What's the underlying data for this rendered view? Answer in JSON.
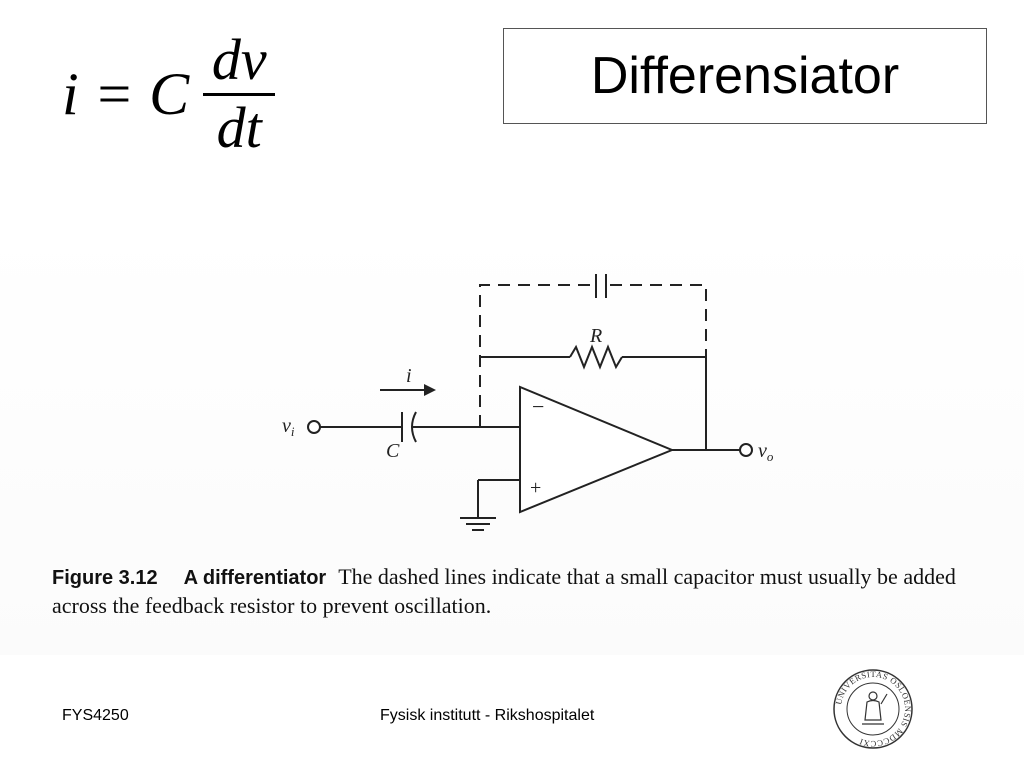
{
  "formula": {
    "lhs": "i = C",
    "numerator": "dv",
    "denominator": "dt"
  },
  "title": "Differensiator",
  "circuit": {
    "input_label": "v",
    "input_sub": "i",
    "output_label": "v",
    "output_sub": "o",
    "current_label": "i",
    "capacitor_label": "C",
    "resistor_label": "R",
    "minus_sign": "−",
    "plus_sign": "+"
  },
  "caption": {
    "label": "Figure 3.12",
    "title": "A differentiator",
    "text": "The dashed lines indicate that a small capacitor must usually be added across the feedback resistor to prevent oscillation."
  },
  "footer": {
    "left": "FYS4250",
    "center": "Fysisk institutt - Rikshospitalet"
  },
  "seal": {
    "text": "UNIVERSITAS OSLOENSIS MDCCCXI"
  }
}
